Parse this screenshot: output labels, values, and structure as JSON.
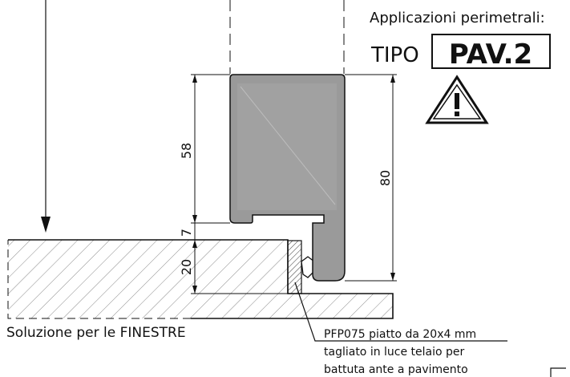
{
  "header": {
    "title": "Applicazioni perimetrali:",
    "type_prefix": "TIPO",
    "type_code": "PAV.2"
  },
  "warning_icon": "warning-triangle-icon",
  "dimensions": {
    "upper_profile": "58",
    "total_height": "80",
    "gap": "7",
    "floor_step": "20"
  },
  "caption": "Soluzione per le FINESTRE",
  "note": {
    "line1": "PFP075 piatto da 20x4 mm",
    "line2": "tagliato in luce telaio per",
    "line3": "battuta ante a pavimento"
  },
  "colors": {
    "profile_fill": "#9a9a9a",
    "hatch": "#888888",
    "line": "#111111"
  }
}
